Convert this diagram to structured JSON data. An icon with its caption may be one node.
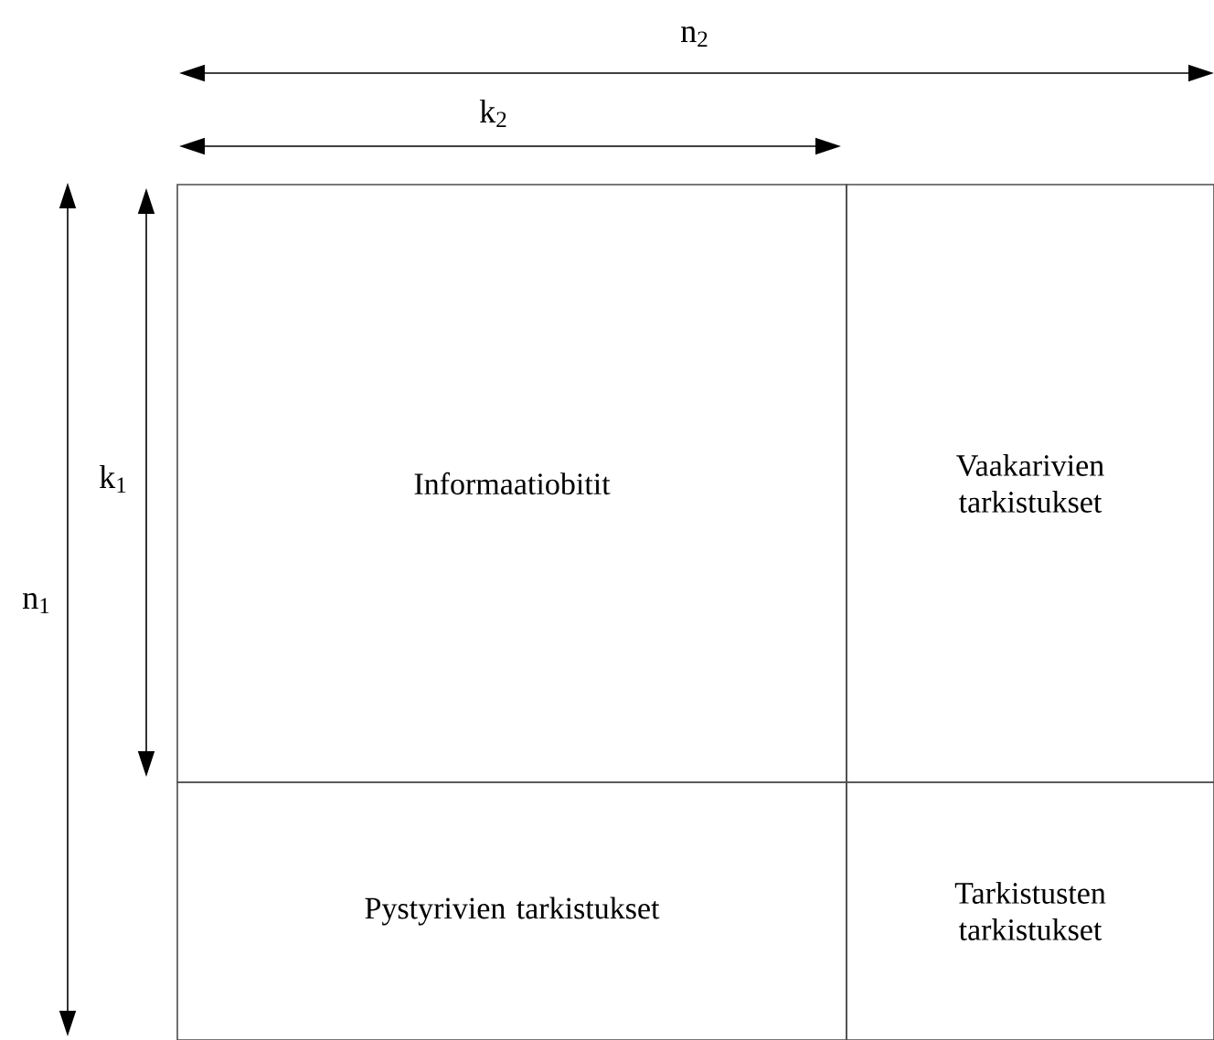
{
  "diagram": {
    "nodes": [
      {
        "text": [
          "Informaatiobitit"
        ]
      },
      {
        "text": [
          "Vaakarivien tarkistukset"
        ]
      },
      {
        "text": [
          "Pystyrivien tarkistukset"
        ]
      },
      {
        "text": [
          "Tarkistusten tarkistukset"
        ]
      }
    ],
    "labels": [
      "n$_{2}$",
      "k$_{2}$",
      "k$_{1}$",
      "n$_{1}$"
    ]
  }
}
